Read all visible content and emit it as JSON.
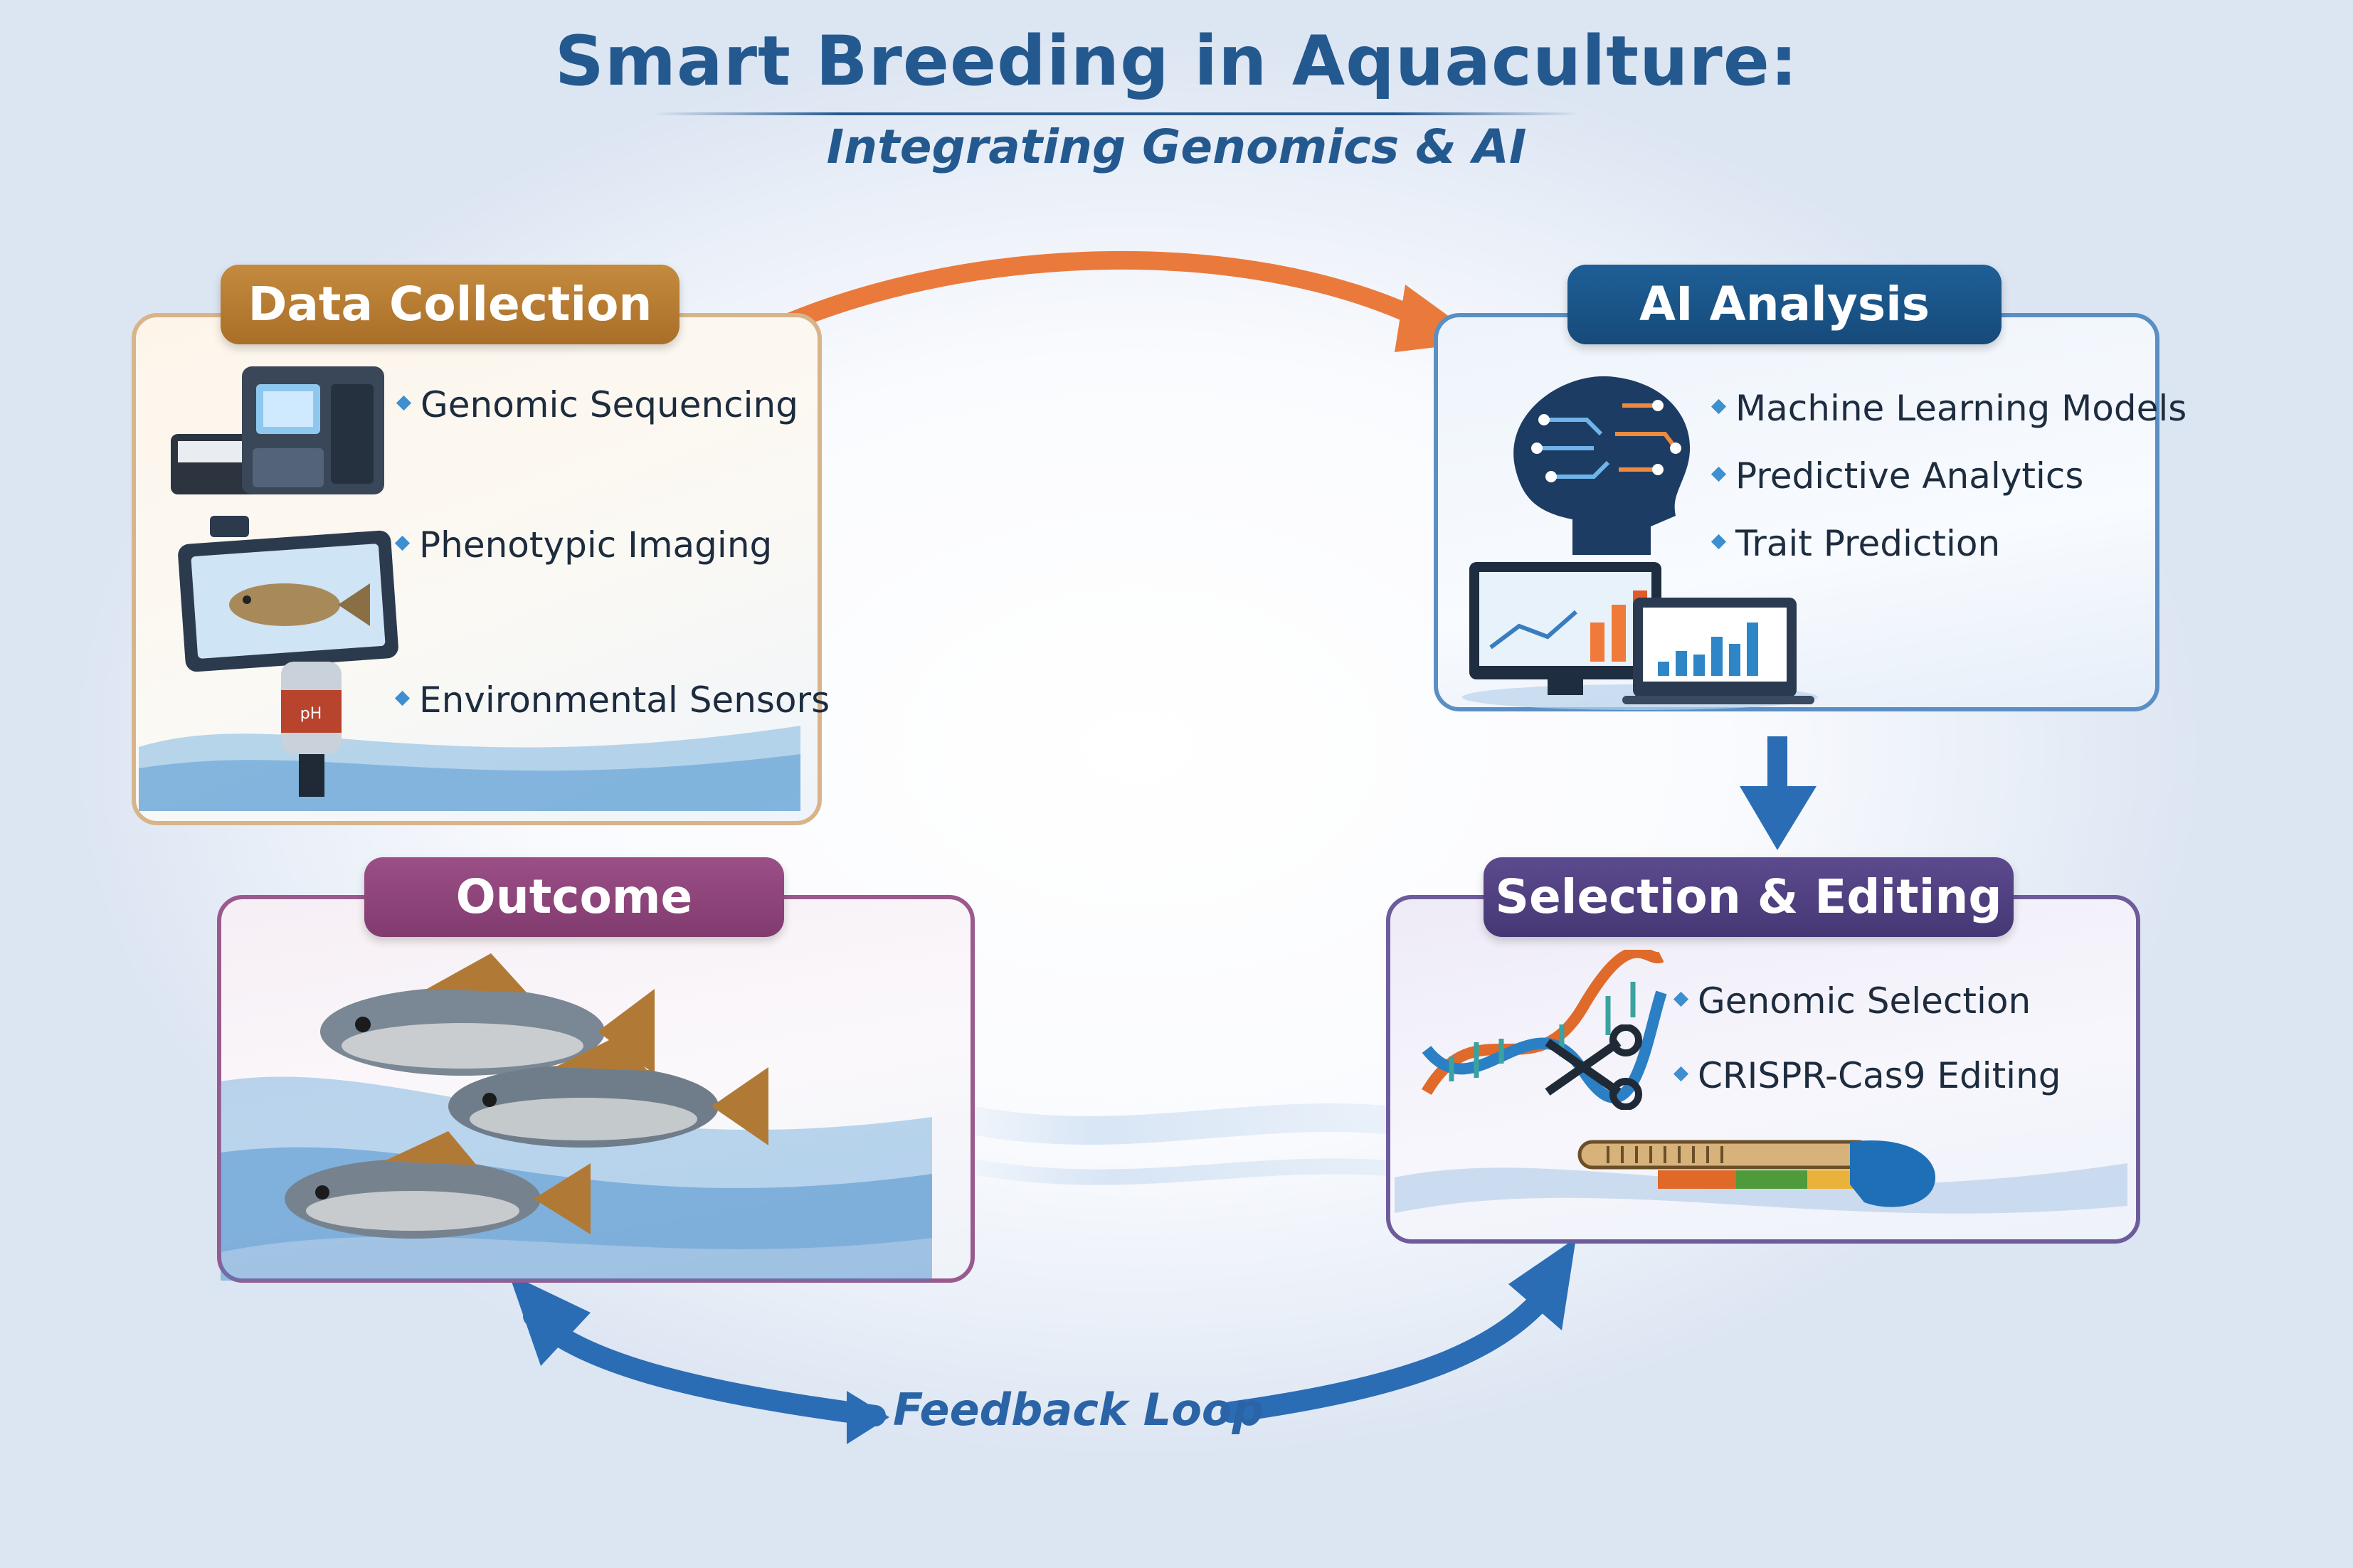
{
  "header": {
    "title": "Smart Breeding in Aquaculture:",
    "subtitle": "Integrating Genomics & AI"
  },
  "panels": {
    "data_collection": {
      "label": "Data Collection",
      "items": [
        "Genomic Sequencing",
        "Phenotypic Imaging",
        "Environmental Sensors"
      ],
      "sensor_tag": "pH"
    },
    "ai_analysis": {
      "label": "AI Analysis",
      "items": [
        "Machine Learning Models",
        "Predictive Analytics",
        "Trait Prediction"
      ]
    },
    "outcome": {
      "label": "Outcome"
    },
    "selection_editing": {
      "label": "Selection & Editing",
      "items": [
        "Genomic Selection",
        "CRISPR-Cas9 Editing"
      ]
    }
  },
  "loop": {
    "label": "Feedback Loop"
  },
  "colors": {
    "title": "#24598f",
    "data_collection": "#b47a30",
    "ai_analysis": "#1a5487",
    "outcome": "#8e4579",
    "selection_editing": "#514283",
    "orange_arrow": "#ea7a3c",
    "blue_arrow": "#2a6db5"
  },
  "icons": [
    "sequencer-icon",
    "tablet-fish-icon",
    "ph-sensor-icon",
    "brain-circuit-icon",
    "monitors-chart-icon",
    "dna-helix-icon",
    "scissors-icon",
    "gene-bar-icon",
    "fish-school-icon"
  ]
}
